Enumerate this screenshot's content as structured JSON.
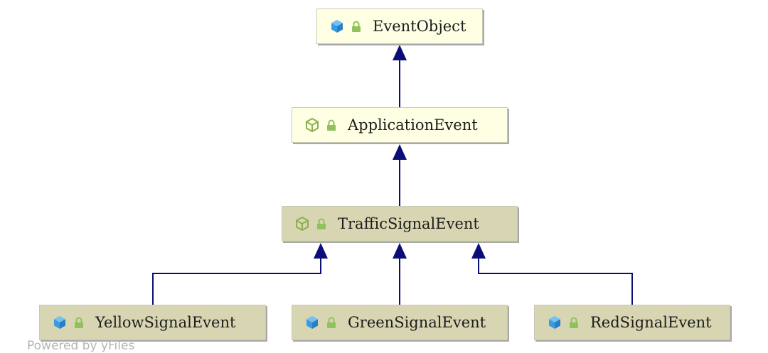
{
  "diagram": {
    "nodes": {
      "event_object": {
        "label": "EventObject",
        "icon": "class-icon",
        "lock_icon": "lock-icon"
      },
      "application_event": {
        "label": "ApplicationEvent",
        "icon": "abstract-class-icon",
        "lock_icon": "lock-icon"
      },
      "traffic_signal_event": {
        "label": "TrafficSignalEvent",
        "icon": "abstract-class-icon",
        "lock_icon": "lock-icon"
      },
      "yellow_signal_event": {
        "label": "YellowSignalEvent",
        "icon": "class-icon",
        "lock_icon": "lock-icon"
      },
      "green_signal_event": {
        "label": "GreenSignalEvent",
        "icon": "class-icon",
        "lock_icon": "lock-icon"
      },
      "red_signal_event": {
        "label": "RedSignalEvent",
        "icon": "class-icon",
        "lock_icon": "lock-icon"
      }
    },
    "edges": [
      {
        "from": "application_event",
        "to": "event_object",
        "type": "extends"
      },
      {
        "from": "traffic_signal_event",
        "to": "application_event",
        "type": "extends"
      },
      {
        "from": "yellow_signal_event",
        "to": "traffic_signal_event",
        "type": "extends"
      },
      {
        "from": "green_signal_event",
        "to": "traffic_signal_event",
        "type": "extends"
      },
      {
        "from": "red_signal_event",
        "to": "traffic_signal_event",
        "type": "extends"
      }
    ]
  },
  "colors": {
    "edge": "#0d0d78",
    "node_fill_light": "#ffffe4",
    "node_fill_dark": "#d8d6b2",
    "class_icon": "#3a9be0",
    "abstract_icon": "#8ab04e",
    "lock": "#8fc25a"
  },
  "footer": {
    "text": "Powered by yFiles"
  }
}
